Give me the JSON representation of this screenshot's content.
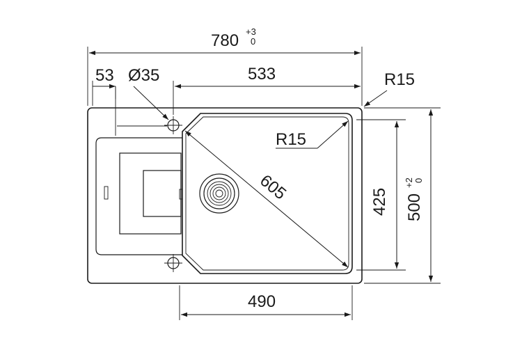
{
  "dimensions": {
    "overall_width": {
      "value": "780",
      "tol_upper": "+3",
      "tol_lower": "0"
    },
    "overall_height": {
      "value": "500",
      "tol_upper": "+2",
      "tol_lower": "0"
    },
    "edge_offset": "53",
    "hole_diameter": "Ø35",
    "hole_to_edge": "533",
    "outer_radius": "R15",
    "bowl_radius": "R15",
    "bowl_diagonal": "605",
    "bowl_height": "425",
    "bowl_width": "490"
  }
}
